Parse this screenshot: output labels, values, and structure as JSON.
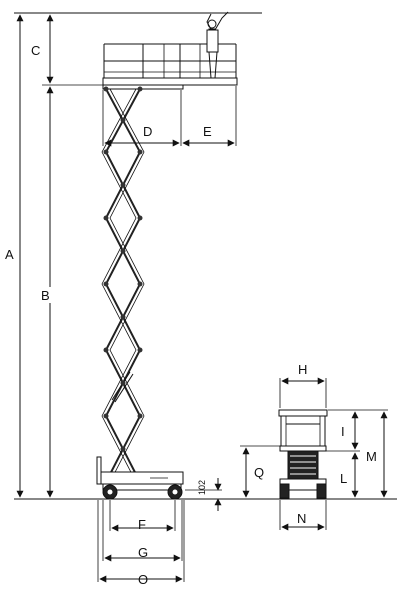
{
  "dimension_labels": {
    "A": "A",
    "B": "B",
    "C": "C",
    "D": "D",
    "E": "E",
    "F": "F",
    "G": "G",
    "O": "O",
    "H": "H",
    "I": "I",
    "M": "M",
    "L": "L",
    "Q": "Q",
    "N": "N",
    "ground_clearance": "102"
  }
}
